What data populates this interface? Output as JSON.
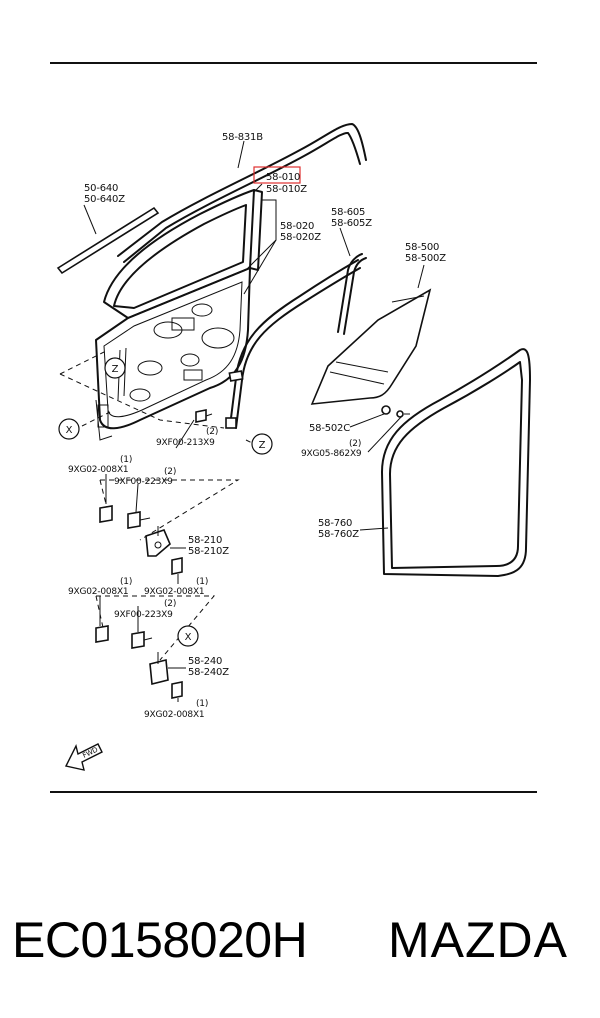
{
  "labels": {
    "top_weatherstrip": "58-831B",
    "belt_outer_1": "50-640",
    "belt_outer_2": "50-640Z",
    "door_panel_1": "58-010",
    "door_panel_2": "58-010Z",
    "weatherstrip_1": "58-020",
    "weatherstrip_2": "58-020Z",
    "glass_run_1": "58-605",
    "glass_run_2": "58-605Z",
    "glass_1": "58-500",
    "glass_2": "58-500Z",
    "glass_bolt": "58-502C",
    "glass_bolt_qty": "(2)",
    "glass_bolt_code": "9XG05-862X9",
    "door_seal_1": "58-760",
    "door_seal_2": "58-760Z",
    "door_bolt_qty": "(2)",
    "door_bolt_code": "9XF00-213X9",
    "upper_bolt_a_qty": "(1)",
    "upper_bolt_a_code": "9XG02-008X1",
    "upper_screw_qty": "(2)",
    "upper_screw_code": "9XF00-223X9",
    "upper_hinge_1": "58-210",
    "upper_hinge_2": "58-210Z",
    "upper_bolt_b_qty": "(1)",
    "upper_bolt_b_code": "9XG02-008X1",
    "lower_bolt_a_qty": "(1)",
    "lower_bolt_a_code": "9XG02-008X1",
    "lower_screw_qty": "(2)",
    "lower_screw_code": "9XF00-223X9",
    "lower_hinge_1": "58-240",
    "lower_hinge_2": "58-240Z",
    "lower_bolt_b_qty": "(1)",
    "lower_bolt_b_code": "9XG02-008X1",
    "ref_z": "Z",
    "ref_x": "X",
    "fwd": "FWD"
  },
  "highlight_color": "#e03030",
  "caption": {
    "part_number": "EC0158020H",
    "brand": "MAZDA"
  }
}
